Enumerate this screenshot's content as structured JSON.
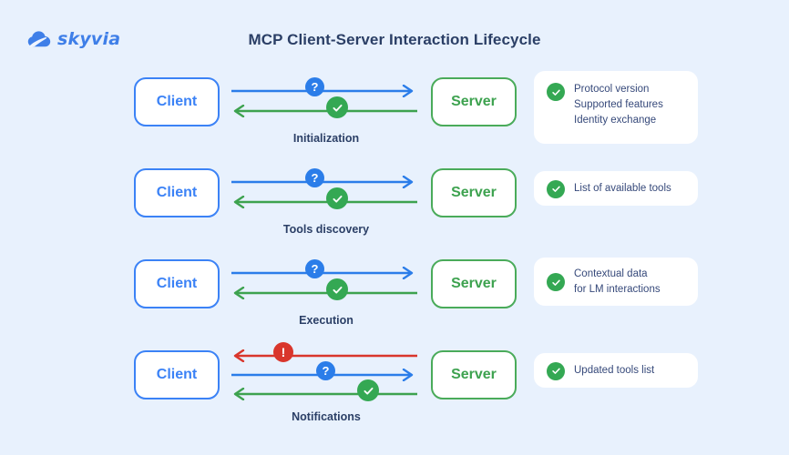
{
  "brand": {
    "name": "skyvia",
    "logo_icon": "cloud-icon",
    "color": "#3f7fe8"
  },
  "header": {
    "title": "MCP Client-Server Interaction Lifecycle",
    "title_color": "#2b3f66"
  },
  "colors": {
    "background": "#e8f1fd",
    "client_blue": "#3b82f6",
    "server_green": "#3da24f",
    "request_blue": "#2b7de9",
    "response_green": "#34a853",
    "alert_red": "#d9362c",
    "card_white": "#ffffff",
    "text_navy": "#36497a"
  },
  "rows": [
    {
      "client_label": "Client",
      "server_label": "Server",
      "step_label": "Initialization",
      "arrows": [
        {
          "direction": "right",
          "color": "#2b7de9",
          "badge": "question-badge"
        },
        {
          "direction": "left",
          "color": "#34a853",
          "badge": "check-badge"
        }
      ],
      "card": {
        "icon": "check-circle-icon",
        "lines": [
          "Protocol version",
          "Supported features",
          "Identity exchange"
        ]
      }
    },
    {
      "client_label": "Client",
      "server_label": "Server",
      "step_label": "Tools discovery",
      "arrows": [
        {
          "direction": "right",
          "color": "#2b7de9",
          "badge": "question-badge"
        },
        {
          "direction": "left",
          "color": "#34a853",
          "badge": "check-badge"
        }
      ],
      "card": {
        "icon": "check-circle-icon",
        "lines": [
          "List of available tools"
        ]
      }
    },
    {
      "client_label": "Client",
      "server_label": "Server",
      "step_label": "Execution",
      "arrows": [
        {
          "direction": "right",
          "color": "#2b7de9",
          "badge": "question-badge"
        },
        {
          "direction": "left",
          "color": "#34a853",
          "badge": "check-badge"
        }
      ],
      "card": {
        "icon": "check-circle-icon",
        "lines": [
          "Contextual data",
          "for LM interactions"
        ]
      }
    },
    {
      "client_label": "Client",
      "server_label": "Server",
      "step_label": "Notifications",
      "arrows": [
        {
          "direction": "left",
          "color": "#d9362c",
          "badge": "alert-badge"
        },
        {
          "direction": "right",
          "color": "#2b7de9",
          "badge": "question-badge"
        },
        {
          "direction": "left",
          "color": "#34a853",
          "badge": "check-badge"
        }
      ],
      "card": {
        "icon": "check-circle-icon",
        "lines": [
          "Updated tools list"
        ]
      }
    }
  ],
  "badge_glyphs": {
    "question": "?",
    "alert": "!"
  }
}
